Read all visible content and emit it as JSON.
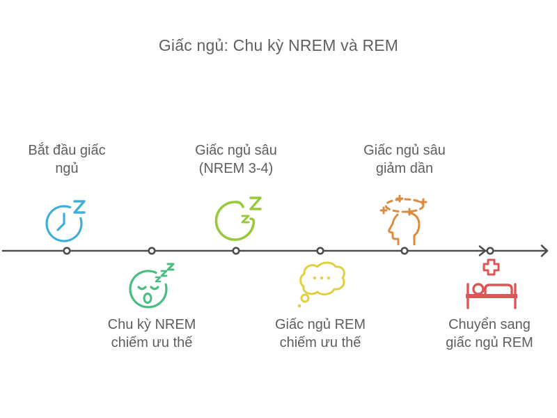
{
  "title": "Giấc ngủ: Chu kỳ NREM và REM",
  "colors": {
    "text": "#5c5e60",
    "line": "#4d4d4d",
    "blue": "#3fafd8",
    "lime": "#98c93c",
    "orange": "#db8c3e",
    "green": "#47bd80",
    "yellow": "#e0cf3f",
    "red": "#db5757"
  },
  "timeline": {
    "direction": "left-to-right",
    "node_count": 6
  },
  "stages": [
    {
      "label": "Bắt đầu giấc\nngủ",
      "icon": "snooze-clock-icon",
      "position": "above",
      "color": "#3fafd8"
    },
    {
      "label": "Chu kỳ NREM\nchiếm ưu thế",
      "icon": "sleeping-face-icon",
      "position": "below",
      "color": "#47bd80"
    },
    {
      "label": "Giấc ngủ sâu\n(NREM 3-4)",
      "icon": "crescent-moon-zzz-icon",
      "position": "above",
      "color": "#98c93c"
    },
    {
      "label": "Giấc ngủ REM\nchiếm ưu thế",
      "icon": "thought-bubble-icon",
      "position": "below",
      "color": "#e0cf3f"
    },
    {
      "label": "Giấc ngủ sâu\ngiảm dần",
      "icon": "dizzy-head-icon",
      "position": "above",
      "color": "#db8c3e"
    },
    {
      "label": "Chuyển sang\ngiấc ngủ REM",
      "icon": "hospital-bed-icon",
      "position": "below",
      "color": "#db5757"
    }
  ]
}
